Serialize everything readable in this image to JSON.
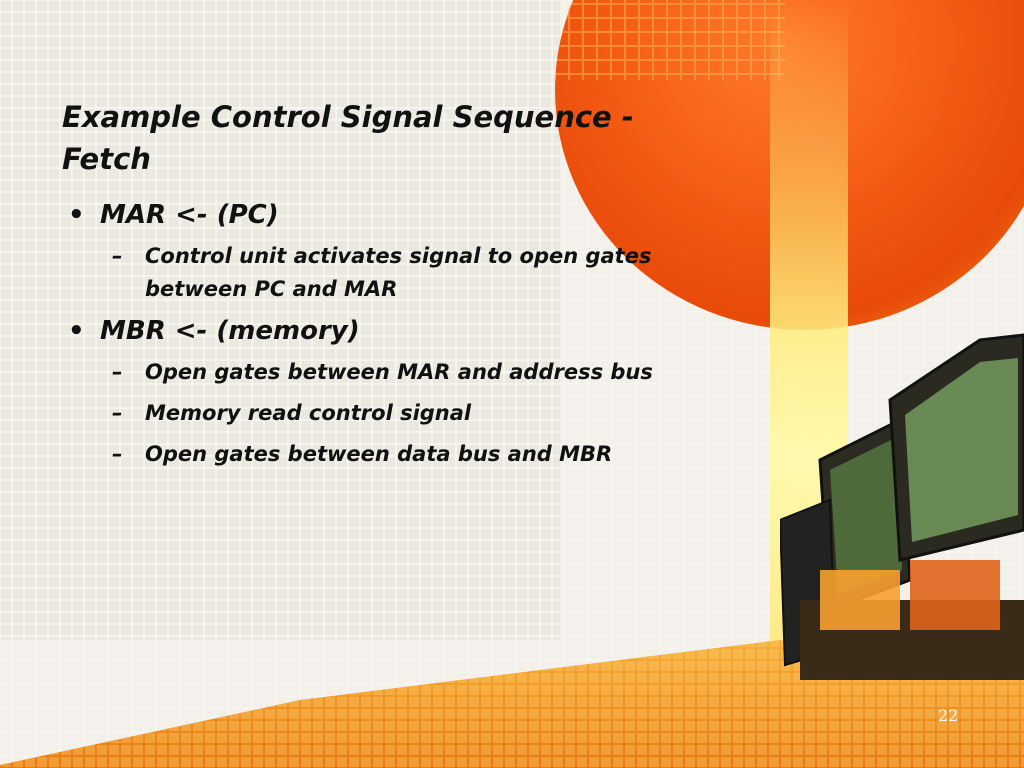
{
  "slide": {
    "title": "Example Control Signal Sequence - Fetch",
    "bullets": [
      {
        "text": "MAR <- (PC)",
        "subitems": [
          "Control unit activates signal to open gates between PC and MAR"
        ]
      },
      {
        "text": "MBR <- (memory)",
        "subitems": [
          "Open gates between MAR and address bus",
          "Memory read control signal",
          "Open gates between data bus and MBR"
        ]
      }
    ],
    "bullet_symbol": "•",
    "dash_symbol": "–",
    "page_number": "22"
  },
  "colors": {
    "sun_orange": "#f25a12",
    "beam_yellow": "#ffe878",
    "floor_orange": "#f39a1c",
    "text": "#111111"
  }
}
